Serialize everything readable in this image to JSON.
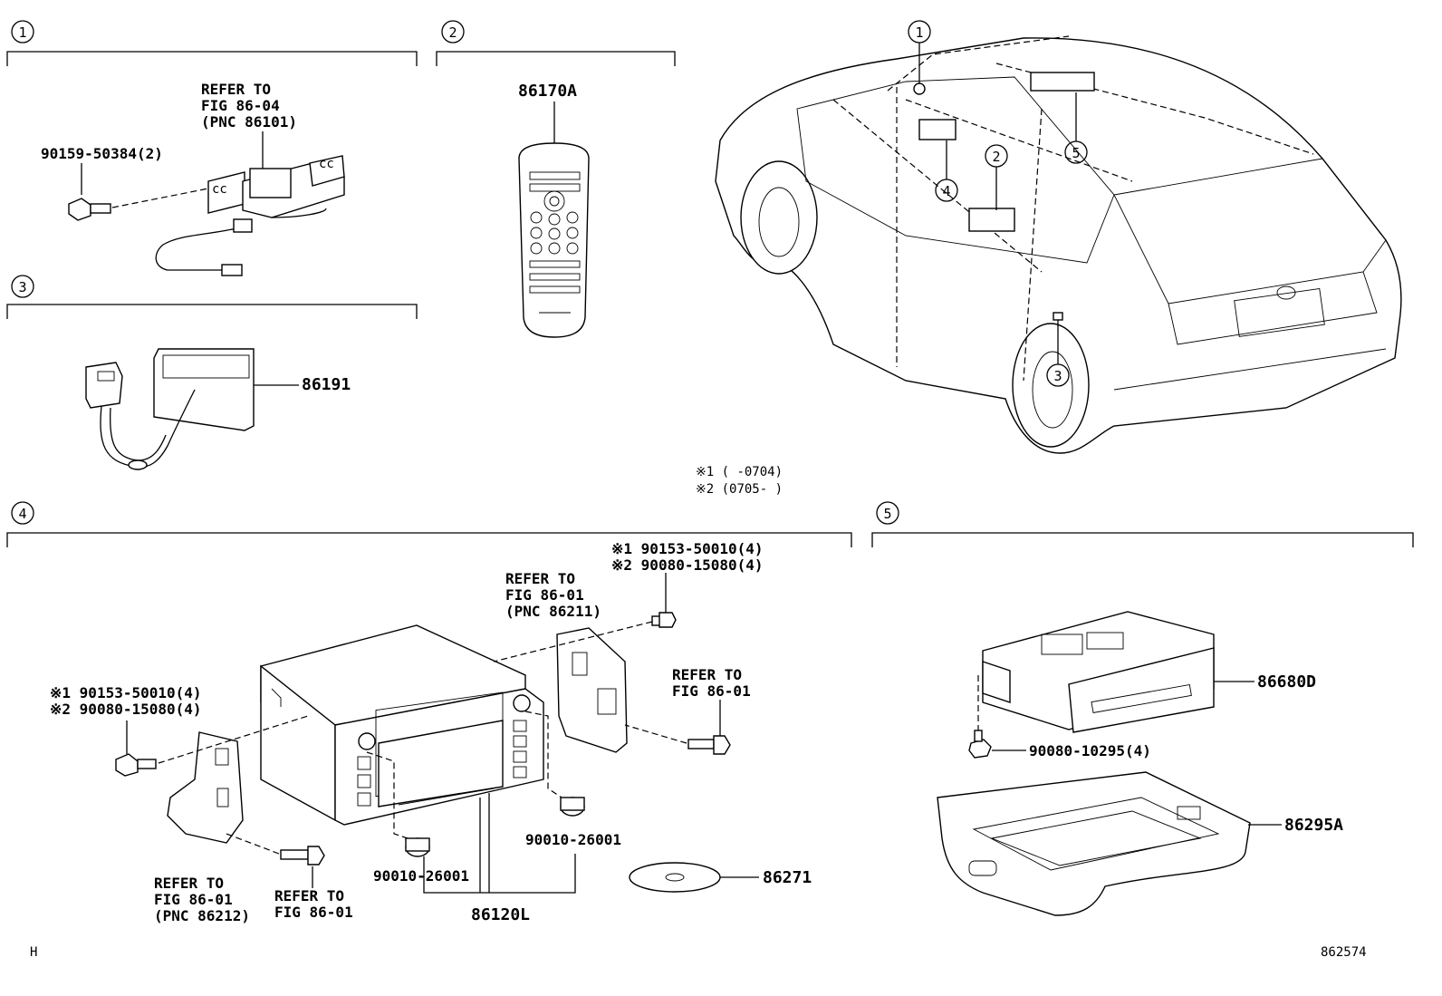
{
  "sections": [
    {
      "id": "①",
      "label": "1"
    },
    {
      "id": "②",
      "label": "2"
    },
    {
      "id": "③",
      "label": "3"
    },
    {
      "id": "④",
      "label": "4"
    },
    {
      "id": "⑤",
      "label": "5"
    }
  ],
  "vehicle_callouts": [
    "1",
    "2",
    "3",
    "4",
    "5"
  ],
  "section1": {
    "refer_line1": "REFER TO",
    "refer_line2": "FIG 86-04",
    "refer_line3": "(PNC 86101)",
    "bolt": "90159-50384(2)"
  },
  "section2": {
    "remote": "86170A"
  },
  "section3": {
    "module": "86191"
  },
  "notes": {
    "note1": "※1 (     -0704)",
    "note2": "※2 (0705-     )"
  },
  "section4": {
    "refer_right_top_1": "REFER TO",
    "refer_right_top_2": "FIG 86-01",
    "refer_right_top_3": "(PNC 86211)",
    "screw_top_1": "※1 90153-50010(4)",
    "screw_top_2": "※2 90080-15080(4)",
    "refer_right_1": "REFER TO",
    "refer_right_2": "FIG 86-01",
    "screw_left_1": "※1 90153-50010(4)",
    "screw_left_2": "※2 90080-15080(4)",
    "refer_bl_1": "REFER TO",
    "refer_bl_2": "FIG 86-01",
    "refer_bl_3": "(PNC 86212)",
    "refer_bm_1": "REFER TO",
    "refer_bm_2": "FIG 86-01",
    "knob_left": "90010-26001",
    "knob_right": "90010-26001",
    "head_unit": "86120L",
    "disc": "86271"
  },
  "section5": {
    "player": "86680D",
    "screw": "90080-10295(4)",
    "housing": "86295A"
  },
  "footer": {
    "left": "H",
    "right": "862574"
  }
}
